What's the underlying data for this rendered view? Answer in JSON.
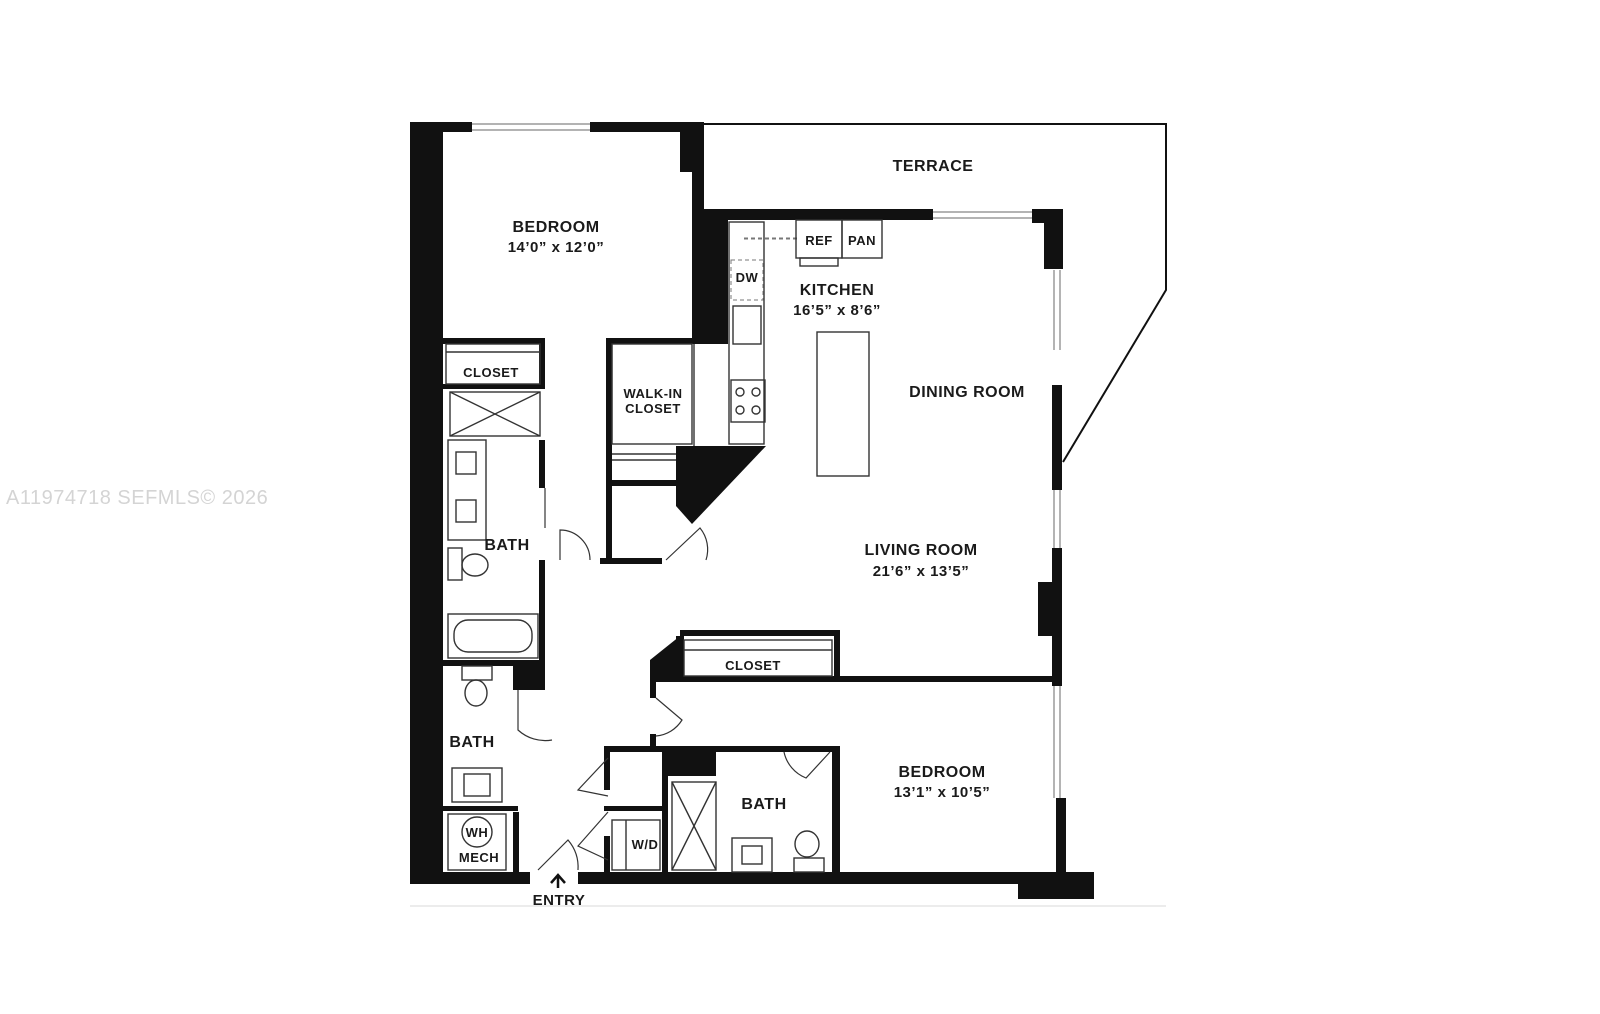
{
  "watermark": "A11974718  SEFMLS© 2026",
  "rooms": {
    "terrace": "TERRACE",
    "bedroom1": {
      "name": "BEDROOM",
      "dims": "14’0” x 12’0”"
    },
    "kitchen": {
      "name": "KITCHEN",
      "dims": "16’5” x 8’6”"
    },
    "dining": "DINING ROOM",
    "living": {
      "name": "LIVING ROOM",
      "dims": "21’6” x 13’5”"
    },
    "closet1": "CLOSET",
    "walkin_line1": "WALK-IN",
    "walkin_line2": "CLOSET",
    "bath_main": "BATH",
    "bath_half": "BATH",
    "closet2": "CLOSET",
    "bedroom2": {
      "name": "BEDROOM",
      "dims": "13’1” x 10’5”"
    },
    "bath_bed2": "BATH",
    "entry": "ENTRY"
  },
  "fixtures": {
    "ref": "REF",
    "pan": "PAN",
    "dw": "DW",
    "wd": "W/D",
    "wh": "WH",
    "mech": "MECH"
  }
}
